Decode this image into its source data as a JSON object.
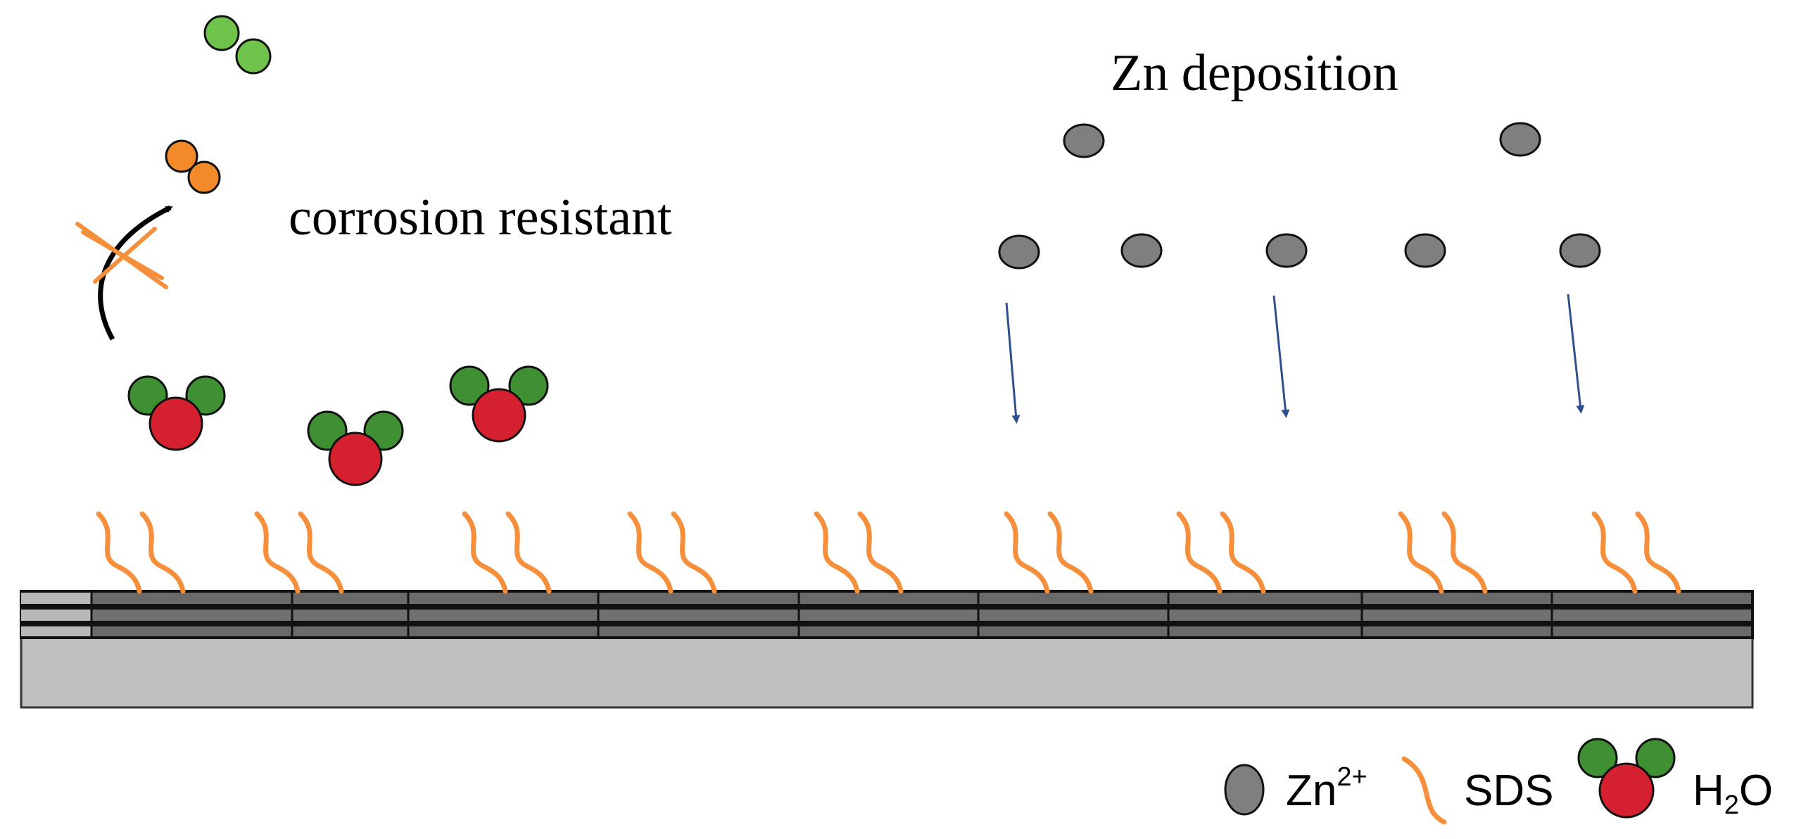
{
  "labels": {
    "corrosion": "corrosion resistant",
    "deposition": "Zn deposition"
  },
  "legend": {
    "zn": {
      "base": "Zn",
      "sup": "2+"
    },
    "sds": "SDS",
    "water": {
      "base": "H",
      "sub": "2",
      "tail": "O"
    }
  },
  "colors": {
    "zn_ion": "#7f7f7f",
    "sds_chain": "#f58f3c",
    "oxygen": "#d4202f",
    "hydrogen": "#3f8f33",
    "light_green": "#6fc24a",
    "orange_particle": "#f28a2a",
    "deposition_arrow": "#2f4f8f",
    "layer_dark": "#6a6a6a",
    "substrate": "#c0c0c0"
  },
  "icons": {
    "blocked": "cross-icon",
    "curved_arrow": "curved-arrow-icon"
  }
}
